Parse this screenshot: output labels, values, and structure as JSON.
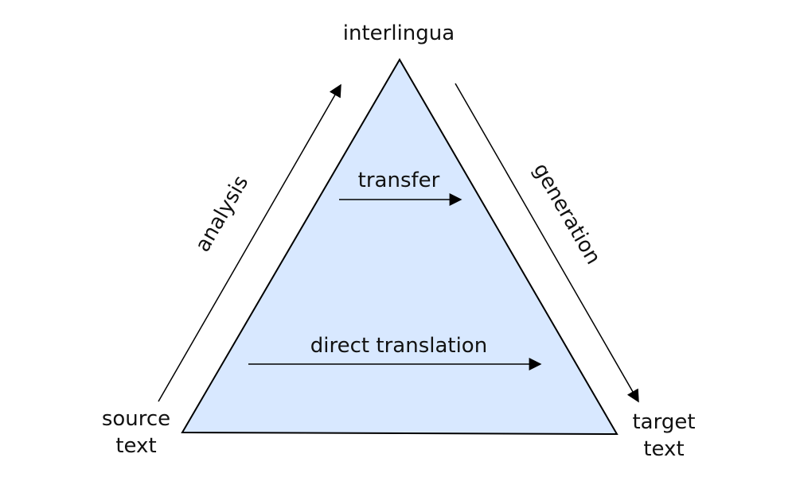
{
  "diagram": {
    "apex_label": "interlingua",
    "source_label": [
      "source",
      "text"
    ],
    "target_label": [
      "target",
      "text"
    ],
    "left_edge_label": "analysis",
    "right_edge_label": "generation",
    "inner_top_label": "transfer",
    "inner_bottom_label": "direct translation"
  },
  "colors": {
    "triangle_fill": "#d8e8ff",
    "stroke": "#000000",
    "text": "#111111"
  }
}
